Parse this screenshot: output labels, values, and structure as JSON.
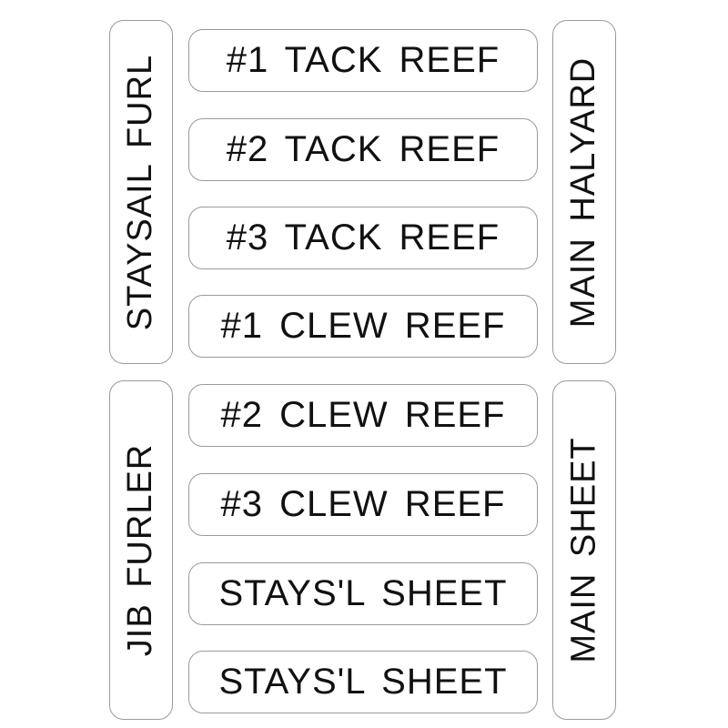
{
  "left_labels": [
    "STAYSAIL FURL",
    "JIB FURLER"
  ],
  "center_labels": [
    "#1 TACK REEF",
    "#2 TACK REEF",
    "#3 TACK REEF",
    "#1 CLEW REEF",
    "#2 CLEW REEF",
    "#3 CLEW REEF",
    "STAYS'L SHEET",
    "STAYS'L SHEET"
  ],
  "right_labels": [
    "MAIN HALYARD",
    "MAIN SHEET"
  ]
}
